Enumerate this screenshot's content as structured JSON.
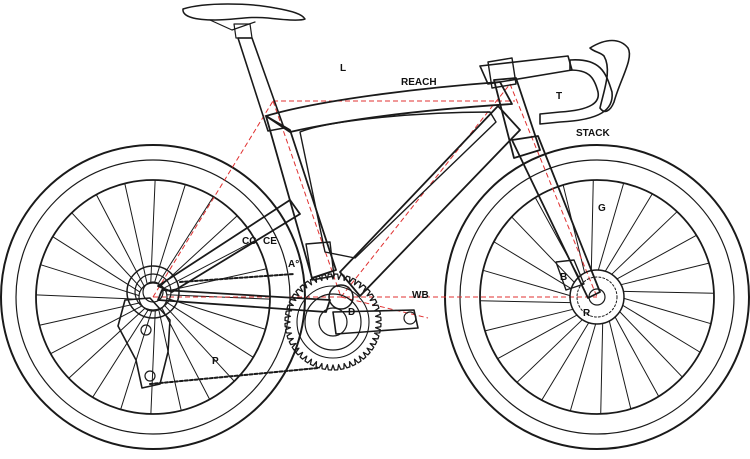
{
  "diagram": {
    "labels": {
      "l": "L",
      "reach": "REACH",
      "t": "T",
      "stack": "STACK",
      "g": "G",
      "cc": "CC",
      "ce": "CE",
      "a": "A°",
      "wb": "WB",
      "d": "D",
      "b": "B",
      "r": "R",
      "p": "P"
    },
    "colors": {
      "line": "#1a1a1a",
      "geometry": "#e03030",
      "background": "#ffffff"
    }
  }
}
